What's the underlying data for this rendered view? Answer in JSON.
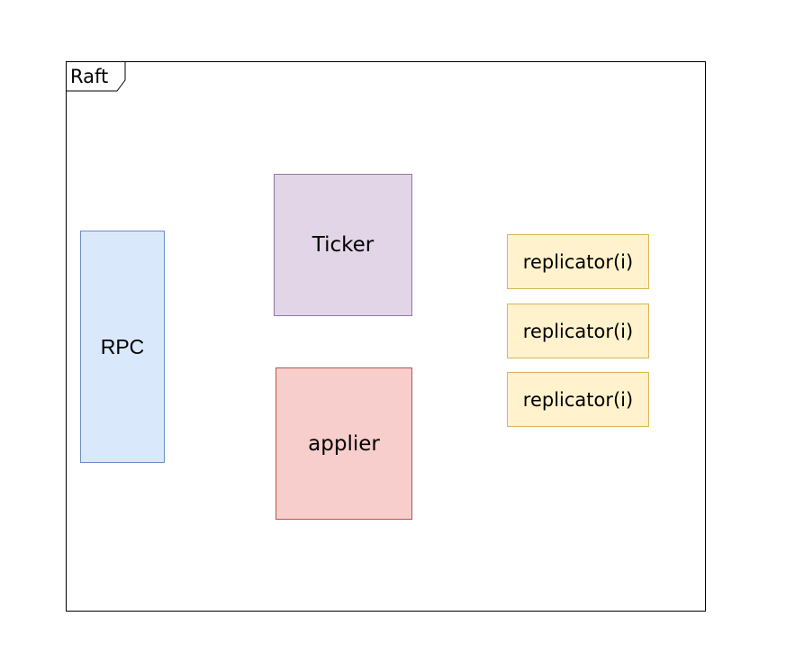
{
  "diagram": {
    "container": {
      "label": "Raft"
    },
    "nodes": {
      "rpc": {
        "label": "RPC",
        "fill": "#dae8fc",
        "stroke": "#6c8ebf"
      },
      "ticker": {
        "label": "Ticker",
        "fill": "#e1d5e7",
        "stroke": "#9673a6"
      },
      "applier": {
        "label": "applier",
        "fill": "#f8cecc",
        "stroke": "#b85450"
      },
      "replicators": [
        {
          "label": "replicator(i)",
          "fill": "#fff2cc",
          "stroke": "#d6b656"
        },
        {
          "label": "replicator(i)",
          "fill": "#fff2cc",
          "stroke": "#d6b656"
        },
        {
          "label": "replicator(i)",
          "fill": "#fff2cc",
          "stroke": "#d6b656"
        }
      ]
    }
  }
}
